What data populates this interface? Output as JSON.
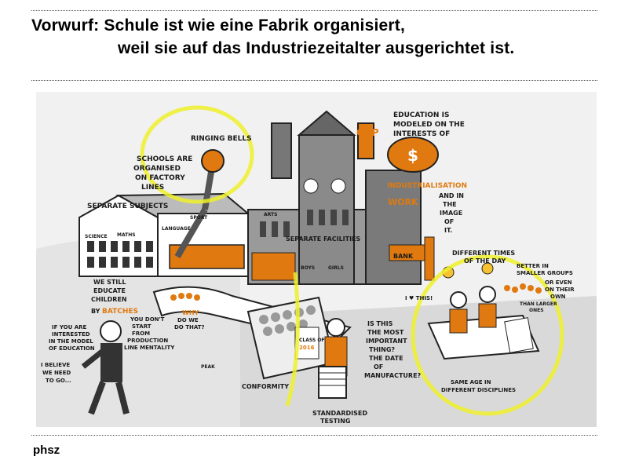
{
  "slide": {
    "title_line1": "Vorwurf:  Schule ist wie eine Fabrik organisiert,",
    "title_line2": "weil sie auf das Industriezeitalter ausgerichtet ist.",
    "footer": "phsz"
  },
  "illustration": {
    "labels": {
      "ringing_bells": "RINGING BELLS",
      "schools_are": "SCHOOLS ARE",
      "organised": "ORGANISED",
      "on_factory": "ON FACTORY",
      "lines": "LINES",
      "separate_subjects": "SEPARATE SUBJECTS",
      "science": "SCIENCE",
      "maths": "MATHS",
      "language": "LANGUAGE",
      "sport": "SPORT",
      "arts": "ARTS",
      "gdp": "GDP",
      "education_is": "EDUCATION IS",
      "modeled_on_the": "MODELED ON THE",
      "interests_of": "INTERESTS OF",
      "industrialisation": "INDUSTRIALISATION",
      "and_in": "AND IN",
      "the": "THE",
      "image": "IMAGE",
      "of": "OF",
      "it": "IT.",
      "work": "WORK",
      "bank": "BANK",
      "separate_facilities": "SEPARATE FACILITIES",
      "boys": "BOYS",
      "girls": "GIRLS",
      "different_times": "DIFFERENT TIMES",
      "of_the_day": "OF THE DAY",
      "better_in": "BETTER IN",
      "smaller_groups": "SMALLER GROUPS",
      "or_even": "OR EVEN",
      "on_their": "ON THEIR",
      "own": "OWN",
      "than_larger": "THAN LARGER",
      "ones": "ONES",
      "we_still": "WE STILL",
      "educate": "EDUCATE",
      "children": "CHILDREN",
      "by": "BY",
      "batches": "BATCHES",
      "why": "WHY",
      "do_we": "DO WE",
      "do_that": "DO THAT?",
      "i_heart_this": "I ♥ THIS!",
      "if_you_are": "IF YOU ARE",
      "interested": "INTERESTED",
      "in_the_model": "IN THE MODEL",
      "of_education": "OF EDUCATION",
      "you_dont": "YOU DON'T",
      "start": "START",
      "from": "FROM",
      "production": "PRODUCTION",
      "line_mentality": "LINE MENTALITY",
      "i_believe": "I BELIEVE",
      "we_need": "WE NEED",
      "to_go": "TO GO...",
      "class_of": "CLASS OF",
      "year": "2016",
      "is_this": "IS THIS",
      "the_most": "THE MOST",
      "important": "IMPORTANT",
      "thing": "THING?",
      "the_date": "THE DATE",
      "of2": "OF",
      "manufacture": "MANUFACTURE?",
      "conformity": "CONFORMITY",
      "standardised": "STANDARDISED",
      "testing": "TESTING",
      "same_age_in": "SAME AGE IN",
      "different_disciplines": "DIFFERENT DISCIPLINES",
      "peak": "PEAK"
    }
  }
}
